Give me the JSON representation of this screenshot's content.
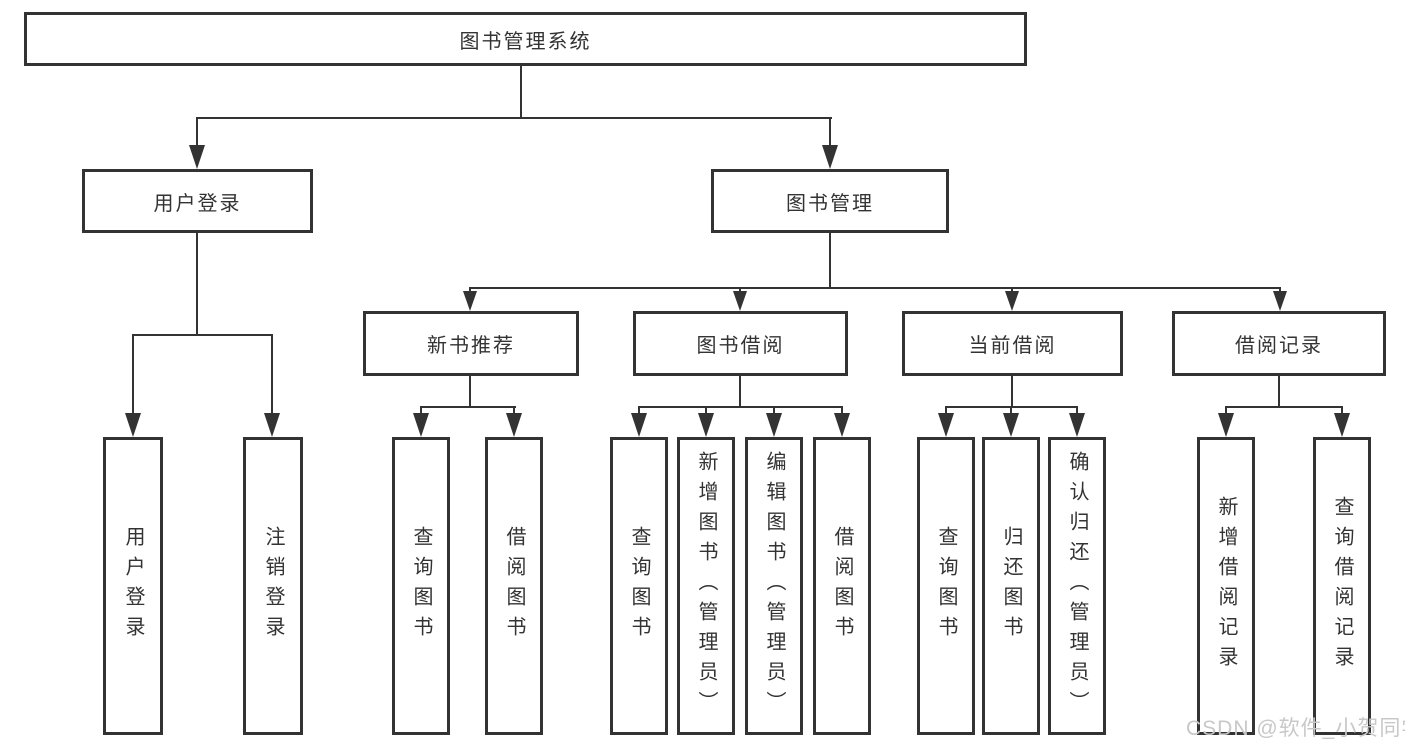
{
  "diagram_title": "图书管理系统",
  "tree": {
    "root": {
      "label": "图书管理系统"
    },
    "branches": [
      {
        "label": "用户登录",
        "leaves": [
          {
            "label": "用户登录"
          },
          {
            "label": "注销登录"
          }
        ]
      },
      {
        "label": "图书管理",
        "groups": [
          {
            "label": "新书推荐",
            "leaves": [
              {
                "label": "查询图书"
              },
              {
                "label": "借阅图书"
              }
            ]
          },
          {
            "label": "图书借阅",
            "leaves": [
              {
                "label": "查询图书"
              },
              {
                "label": "新增图书（管理员）"
              },
              {
                "label": "编辑图书（管理员）"
              },
              {
                "label": "借阅图书"
              }
            ]
          },
          {
            "label": "当前借阅",
            "leaves": [
              {
                "label": "查询图书"
              },
              {
                "label": "归还图书"
              },
              {
                "label": "确认归还（管理员）"
              }
            ]
          },
          {
            "label": "借阅记录",
            "leaves": [
              {
                "label": "新增借阅记录"
              },
              {
                "label": "查询借阅记录"
              }
            ]
          }
        ]
      }
    ]
  },
  "watermark": {
    "text": "CSDN @软件_小贺同学",
    "color": "#c8c8c8"
  },
  "colors": {
    "line": "#333333",
    "box_background": "#ffffff",
    "text": "#333333"
  }
}
